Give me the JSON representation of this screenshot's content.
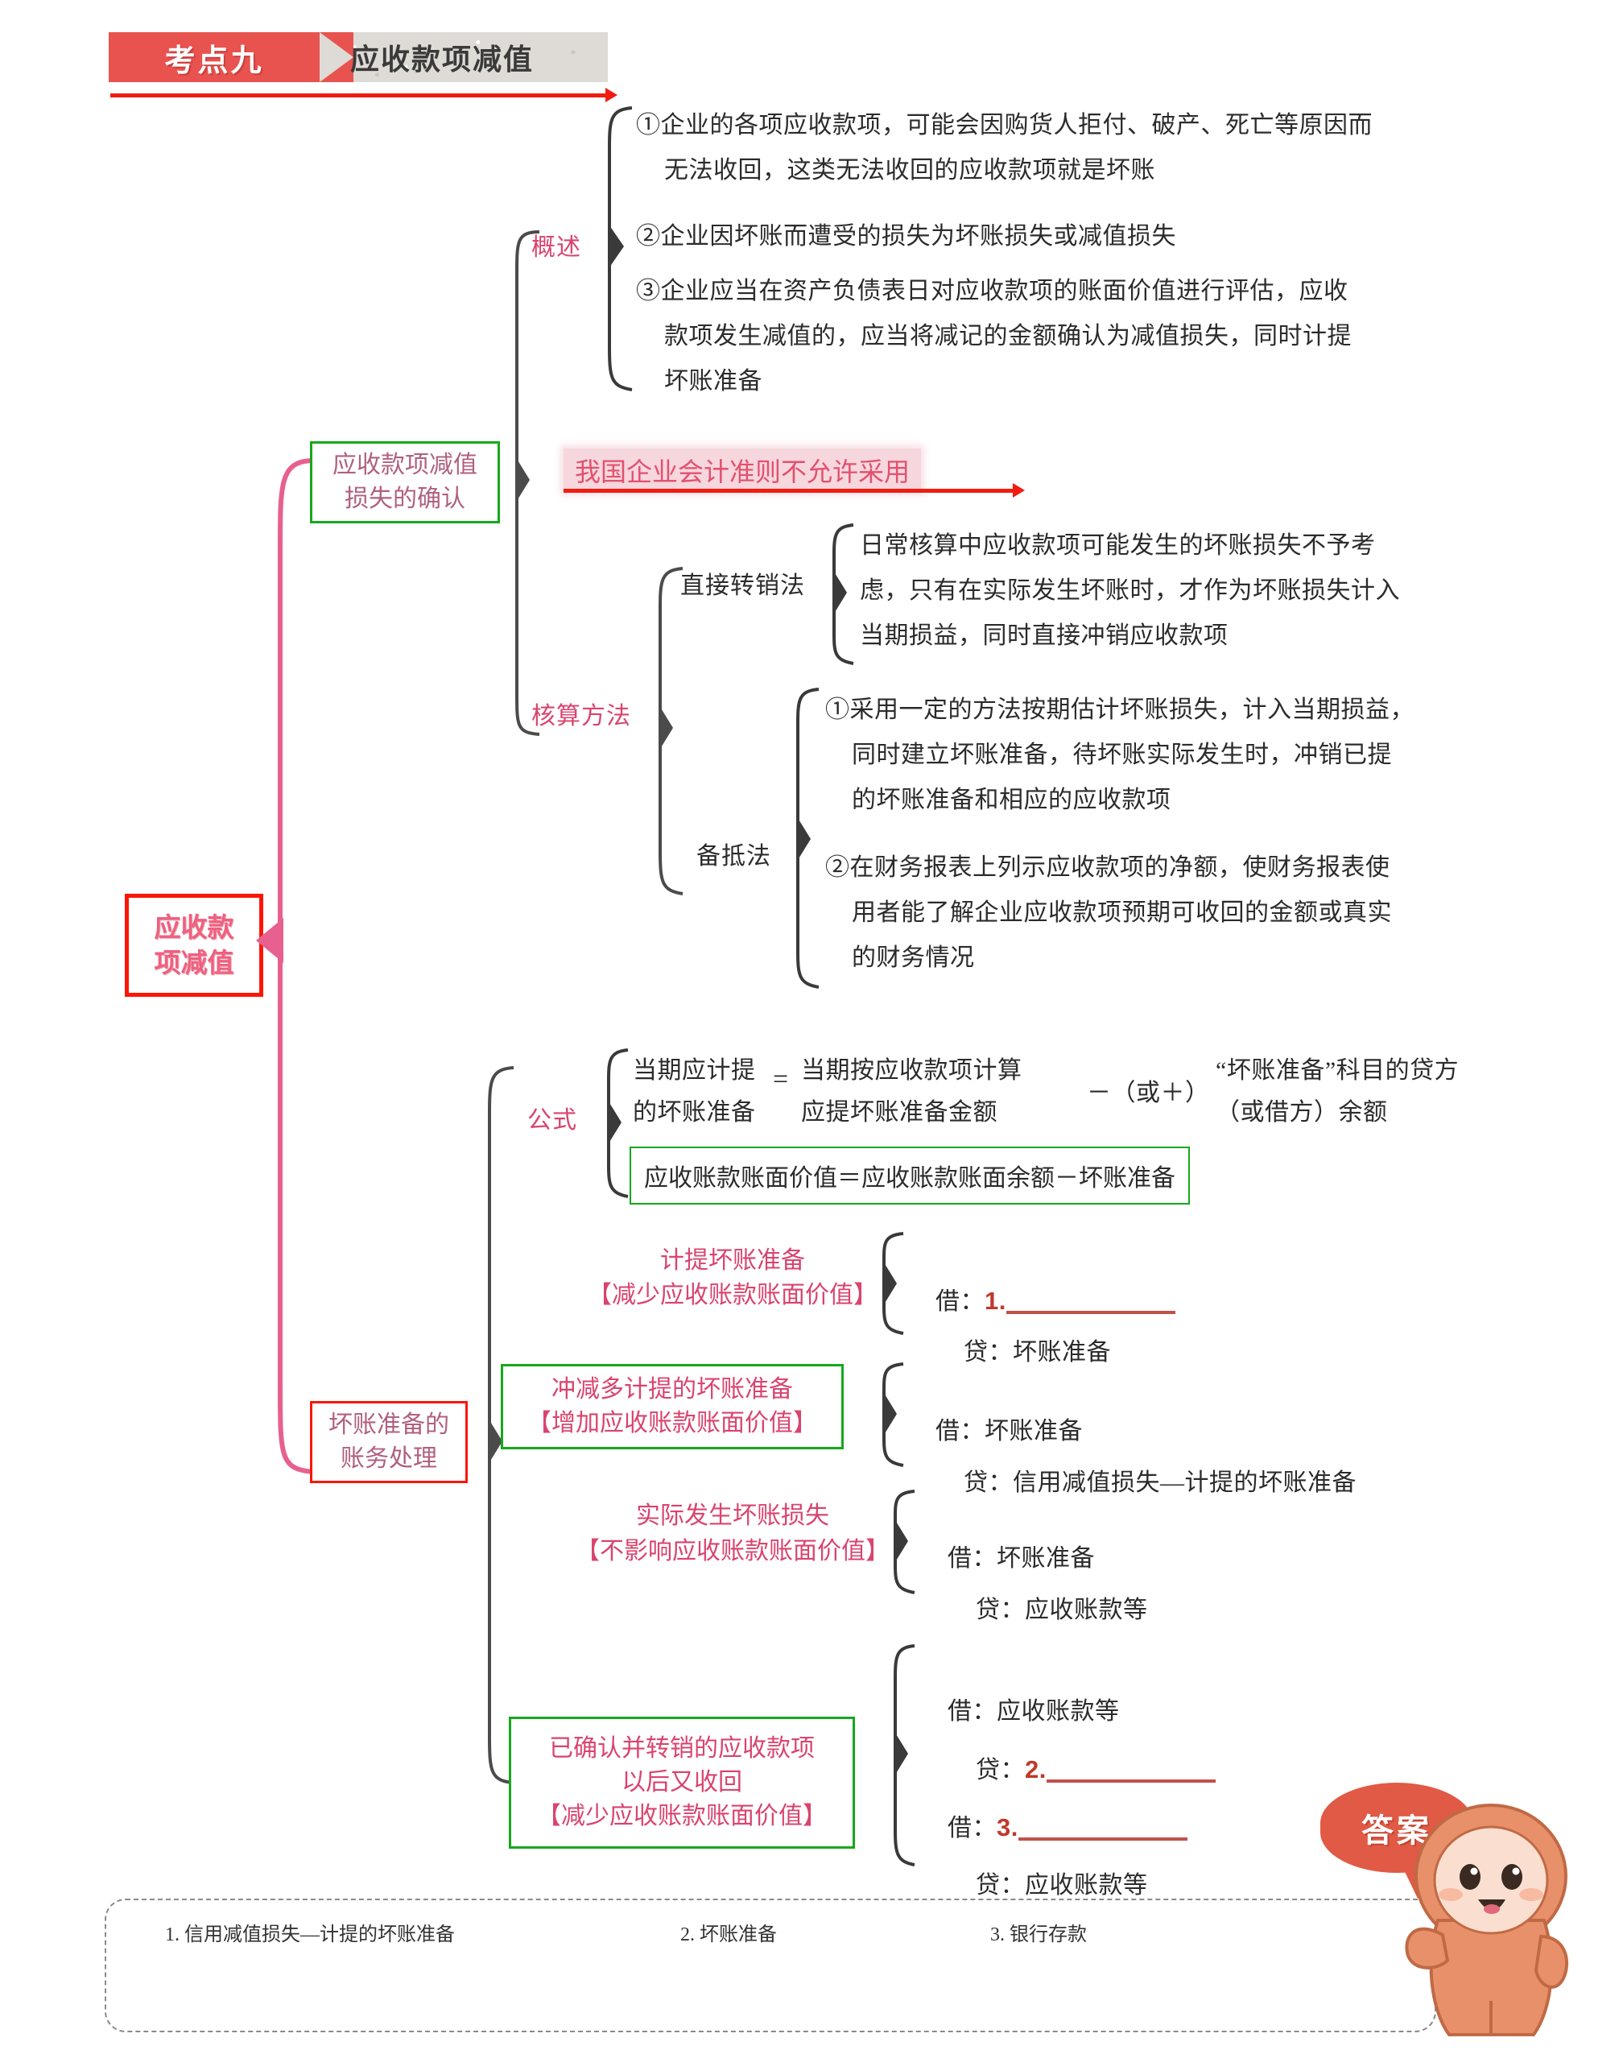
{
  "header": {
    "badge": "考点九",
    "title": "应收款项减值"
  },
  "center_node": {
    "lines": [
      "应收款",
      "项减值"
    ]
  },
  "branch1": {
    "node_lines": [
      "应收款项减值",
      "损失的确认"
    ],
    "children": [
      {
        "label": "概述",
        "items": [
          [
            "①企业的各项应收款项，可能会因购货人拒付、破产、死亡等原因而",
            "无法收回，这类无法收回的应收款项就是坏账"
          ],
          [
            "②企业因坏账而遭受的损失为坏账损失或减值损失"
          ],
          [
            "③企业应当在资产负债表日对应收款项的账面价值进行评估，应收",
            "款项发生减值的，应当将减记的金额确认为减值损失，同时计提",
            "坏账准备"
          ]
        ]
      },
      {
        "label": "核算方法",
        "sub": [
          {
            "label": "直接转销法",
            "highlight": "我国企业会计准则不允许采用",
            "lines": [
              "日常核算中应收款项可能发生的坏账损失不予考",
              "虑，只有在实际发生坏账时，才作为坏账损失计入",
              "当期损益，同时直接冲销应收款项"
            ]
          },
          {
            "label": "备抵法",
            "items": [
              [
                "①采用一定的方法按期估计坏账损失，计入当期损益，",
                "同时建立坏账准备，待坏账实际发生时，冲销已提",
                "的坏账准备和相应的应收款项"
              ],
              [
                "②在财务报表上列示应收款项的净额，使财务报表使",
                "用者能了解企业应收款项预期可收回的金额或真实",
                "的财务情况"
              ]
            ]
          }
        ]
      }
    ]
  },
  "branch2": {
    "node_lines": [
      "坏账准备的",
      "账务处理"
    ],
    "formula": {
      "label": "公式",
      "lhs": [
        "当期应计提",
        "的坏账准备"
      ],
      "eq": "=",
      "rhs1": [
        "当期按应收款项计算",
        "应提坏账准备金额"
      ],
      "op": "－（或＋）",
      "rhs2": [
        "“坏账准备”科目的贷方",
        "（或借方）余额"
      ],
      "boxed": "应收账款账面价值＝应收账款账面余额－坏账准备"
    },
    "entries": [
      {
        "title_lines": [
          "计提坏账准备",
          "【减少应收账款账面价值】"
        ],
        "boxed": false,
        "rows": [
          {
            "side": "借：",
            "value": "",
            "blank_no": "1.",
            "indent": 0
          },
          {
            "side": "贷：",
            "value": "坏账准备",
            "blank_no": "",
            "indent": 1
          }
        ]
      },
      {
        "title_lines": [
          "冲减多计提的坏账准备",
          "【增加应收账款账面价值】"
        ],
        "boxed": true,
        "rows": [
          {
            "side": "借：",
            "value": "坏账准备",
            "blank_no": "",
            "indent": 0
          },
          {
            "side": "贷：",
            "value": "信用减值损失—计提的坏账准备",
            "blank_no": "",
            "indent": 1
          }
        ]
      },
      {
        "title_lines": [
          "实际发生坏账损失",
          "【不影响应收账款账面价值】"
        ],
        "boxed": false,
        "rows": [
          {
            "side": "借：",
            "value": "坏账准备",
            "blank_no": "",
            "indent": 0
          },
          {
            "side": "贷：",
            "value": "应收账款等",
            "blank_no": "",
            "indent": 1
          }
        ]
      },
      {
        "title_lines": [
          "已确认并转销的应收款项",
          "以后又收回",
          "【减少应收账款账面价值】"
        ],
        "boxed": true,
        "rows": [
          {
            "side": "借：",
            "value": "应收账款等",
            "blank_no": "",
            "indent": 0
          },
          {
            "side": "贷：",
            "value": "",
            "blank_no": "2.",
            "indent": 1
          },
          {
            "side": "借：",
            "value": "",
            "blank_no": "3.",
            "indent": 0
          },
          {
            "side": "贷：",
            "value": "应收账款等",
            "blank_no": "",
            "indent": 1
          }
        ]
      }
    ]
  },
  "answers": {
    "bubble": "答案",
    "items": [
      "1. 信用减值损失—计提的坏账准备",
      "2. 坏账准备",
      "3. 银行存款"
    ]
  },
  "colors": {
    "red_banner": "#e8534f",
    "green_border": "#16a81b",
    "pink_text": "#d9446e",
    "red_border": "#fb1606",
    "mauve_text": "#b0607f",
    "arrow_red": "#f01c10",
    "mascot_orange": "#e08a5f"
  }
}
